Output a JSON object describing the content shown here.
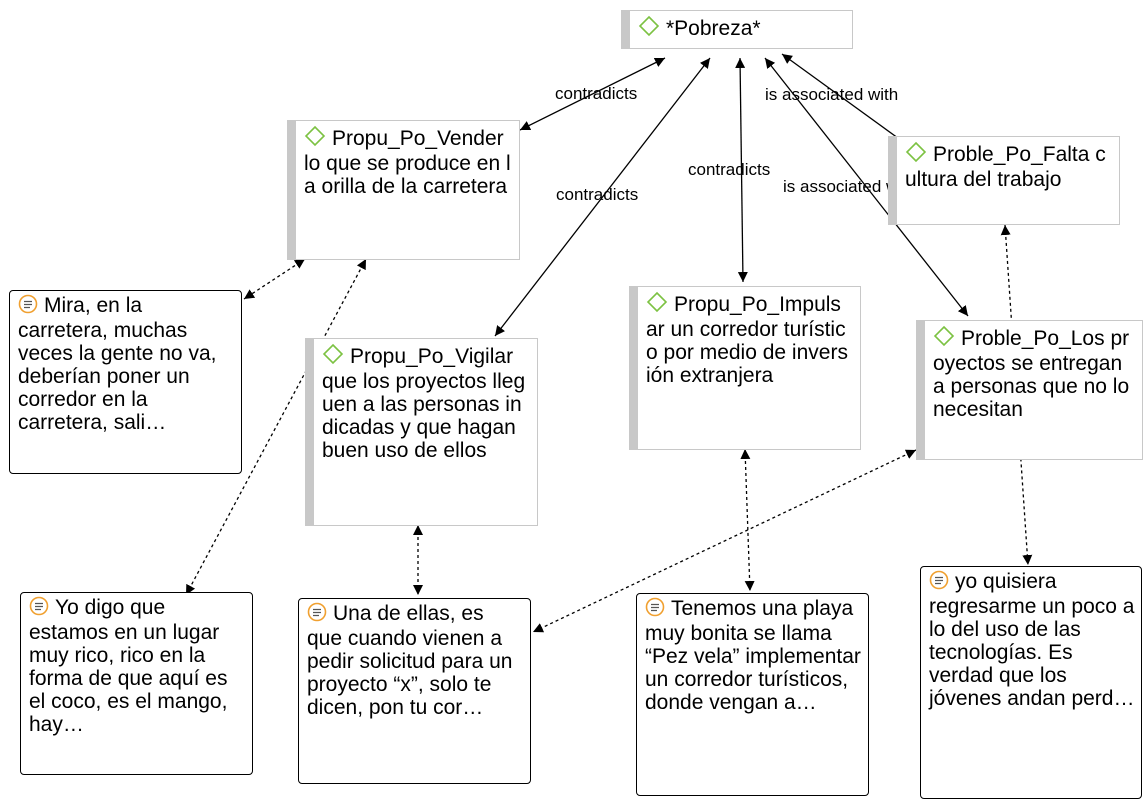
{
  "icons": {
    "code": "diamond-code-icon",
    "quote": "quotation-icon"
  },
  "colors": {
    "code_icon": "#7cc242",
    "quote_icon": "#f0a030",
    "code_bar": "#c8c8c8"
  },
  "codes": {
    "pobreza": "*Pobreza*",
    "vender": "Propu_Po_Vender lo que se produce en la orilla de la carretera",
    "falta": "Proble_Po_Falta cultura del trabajo",
    "impulsar": "Propu_Po_Impulsar un corredor turístico por medio de inversión extranjera",
    "vigilar": "Propu_Po_Vigilar que los proyectos lleguen a las personas indicadas y que hagan buen uso de ellos",
    "proyectos": "Proble_Po_Los proyectos se entregan a personas que no lo necesitan"
  },
  "quotes": {
    "mira": "Mira, en la carretera, muchas veces la gente no va, deberían poner un corredor en la carretera, sali…",
    "yodigo": "Yo digo que estamos en un lugar muy rico, rico en la forma de que aquí es el coco, es el mango, hay…",
    "unade": "Una de ellas, es que cuando vienen a pedir solicitud para un proyecto “x”, solo te dicen, pon tu cor…",
    "tenemos": "Tenemos una playa muy bonita se llama “Pez vela” implementar un corredor turísticos, donde vengan a…",
    "quisiera": "yo quisiera regresarme un poco a lo del uso de las tecnologías. Es verdad que los jóvenes andan perd…"
  },
  "relations": {
    "contradicts_vender": "contradicts",
    "contradicts_vigilar": "contradicts",
    "contradicts_impulsar": "contradicts",
    "assoc_falta": "is associated with",
    "assoc_proyectos": "is associated with"
  }
}
